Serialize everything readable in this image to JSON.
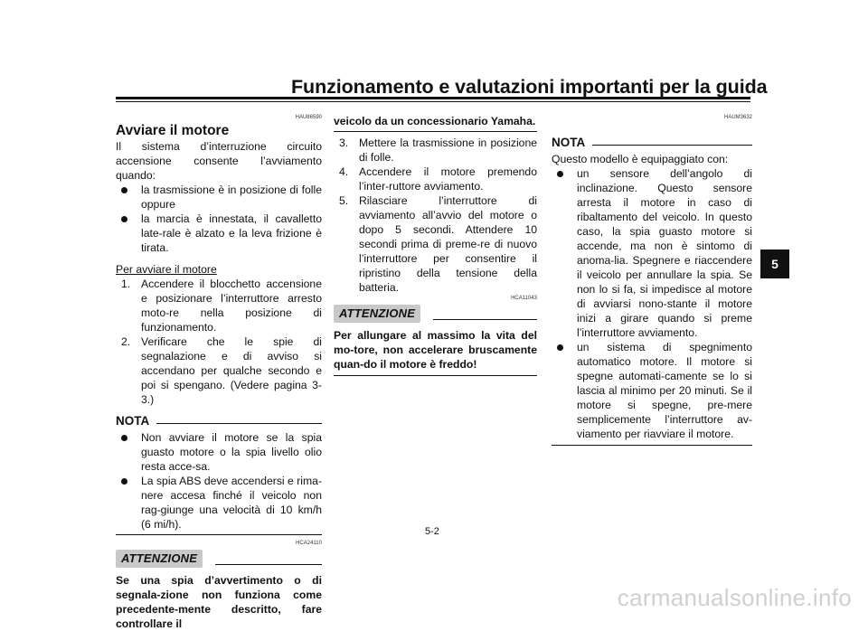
{
  "header": {
    "title": "Funzionamento e valutazioni importanti per la guida",
    "chapter": "5",
    "page": "5-2",
    "watermark": "carmanualsonline.info"
  },
  "left": {
    "code": "HAU86590",
    "title": "Avviare il motore",
    "intro": "Il sistema d’interruzione circuito accensione consente l’avviamento quando:",
    "bullets": [
      "la trasmissione è in posizione di folle oppure",
      "la marcia è innestata, il cavalletto late-rale è alzato e la leva frizione è tirata."
    ],
    "subtitle": "Per avviare il motore",
    "steps": [
      {
        "num": "1.",
        "text": "Accendere il blocchetto accensione e posizionare l’interruttore arresto moto-re nella posizione di funzionamento."
      },
      {
        "num": "2.",
        "text": "Verificare che le spie di segnalazione e di avviso si accendano per qualche secondo e poi si spengano. (Vedere pagina 3-3.)"
      }
    ],
    "nota_label": "NOTA",
    "nota_bullets": [
      "Non avviare il motore se la spia guasto motore o la spia livello olio resta acce-sa.",
      "La spia ABS deve accendersi e rima-nere accesa finché il veicolo non rag-giunge una velocità di 10 km/h (6 mi/h)."
    ],
    "attention_code": "HCA24110",
    "attention_label": "ATTENZIONE",
    "attention_text": "Se una spia d’avvertimento o di segnala-zione non funziona come precedente-mente descritto, fare controllare il"
  },
  "middle": {
    "continuation": "veicolo da un concessionario Yamaha.",
    "steps": [
      {
        "num": "3.",
        "text": "Mettere la trasmissione in posizione di folle."
      },
      {
        "num": "4.",
        "text": "Accendere il motore premendo l’inter-ruttore avviamento."
      },
      {
        "num": "5.",
        "text": "Rilasciare l’interruttore di avviamento all’avvio del motore o dopo 5 secondi. Attendere 10 secondi prima di preme-re di nuovo l’interruttore per consentire il ripristino della tensione della batteria."
      }
    ],
    "attention_code": "HCA11043",
    "attention_label": "ATTENZIONE",
    "attention_text": "Per allungare al massimo la vita del mo-tore, non accelerare bruscamente quan-do il motore è freddo!"
  },
  "right": {
    "code": "HAUM3632",
    "nota_label": "NOTA",
    "intro": "Questo modello è equipaggiato con:",
    "bullets": [
      "un sensore dell’angolo di inclinazione. Questo sensore arresta il motore in caso di ribaltamento del veicolo. In questo caso, la spia guasto motore si accende, ma non è sintomo di anoma-lia. Spegnere e riaccendere il veicolo per annullare la spia. Se non lo si fa, si impedisce al motore di avviarsi nono-stante il motore inizi a girare quando si preme l’interruttore avviamento.",
      "un sistema di spegnimento automatico motore. Il motore si spegne automati-camente se lo si lascia al minimo per 20 minuti. Se il motore si spegne, pre-mere semplicemente l’interruttore av-viamento per riavviare il motore."
    ]
  }
}
